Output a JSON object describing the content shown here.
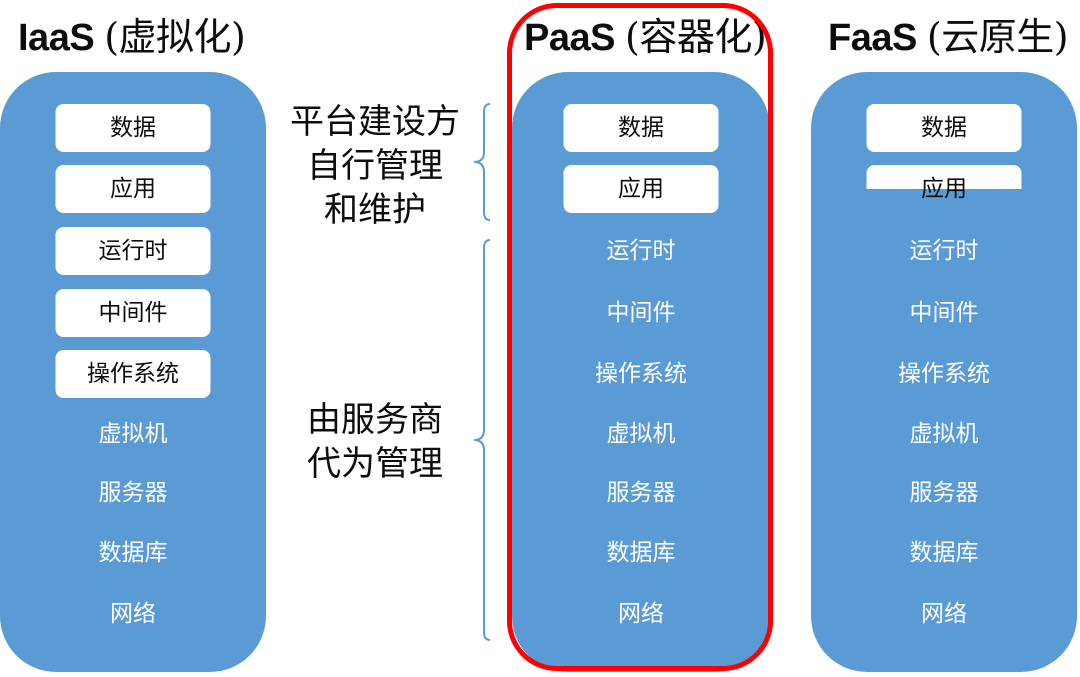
{
  "columns": [
    {
      "id": "iaas",
      "title_latin": "IaaS",
      "title_cjk": "(虚拟化)",
      "layers": [
        {
          "label": "数据",
          "style": "white"
        },
        {
          "label": "应用",
          "style": "white"
        },
        {
          "label": "运行时",
          "style": "white"
        },
        {
          "label": "中间件",
          "style": "white"
        },
        {
          "label": "操作系统",
          "style": "white"
        },
        {
          "label": "虚拟机",
          "style": "plain"
        },
        {
          "label": "服务器",
          "style": "plain"
        },
        {
          "label": "数据库",
          "style": "plain"
        },
        {
          "label": "网络",
          "style": "plain"
        }
      ]
    },
    {
      "id": "paas",
      "title_latin": "PaaS",
      "title_cjk": "(容器化)",
      "highlighted": true,
      "layers": [
        {
          "label": "数据",
          "style": "white"
        },
        {
          "label": "应用",
          "style": "white"
        },
        {
          "label": "运行时",
          "style": "plain"
        },
        {
          "label": "中间件",
          "style": "plain"
        },
        {
          "label": "操作系统",
          "style": "plain"
        },
        {
          "label": "虚拟机",
          "style": "plain"
        },
        {
          "label": "服务器",
          "style": "plain"
        },
        {
          "label": "数据库",
          "style": "plain"
        },
        {
          "label": "网络",
          "style": "plain"
        }
      ]
    },
    {
      "id": "faas",
      "title_latin": "FaaS",
      "title_cjk": "(云原生)",
      "layers": [
        {
          "label": "数据",
          "style": "white"
        },
        {
          "label": "应用",
          "style": "half-white"
        },
        {
          "label": "运行时",
          "style": "plain"
        },
        {
          "label": "中间件",
          "style": "plain"
        },
        {
          "label": "操作系统",
          "style": "plain"
        },
        {
          "label": "虚拟机",
          "style": "plain"
        },
        {
          "label": "服务器",
          "style": "plain"
        },
        {
          "label": "数据库",
          "style": "plain"
        },
        {
          "label": "网络",
          "style": "plain"
        }
      ]
    }
  ],
  "annotations": {
    "self_managed": {
      "lines": [
        "平台建设方",
        "自行管理",
        "和维护"
      ]
    },
    "provider_managed": {
      "lines": [
        "由服务商",
        "代为管理"
      ]
    }
  },
  "colors": {
    "panel": "#5b9bd5",
    "highlight": "#ff0000",
    "brace": "#5b9bd5"
  }
}
